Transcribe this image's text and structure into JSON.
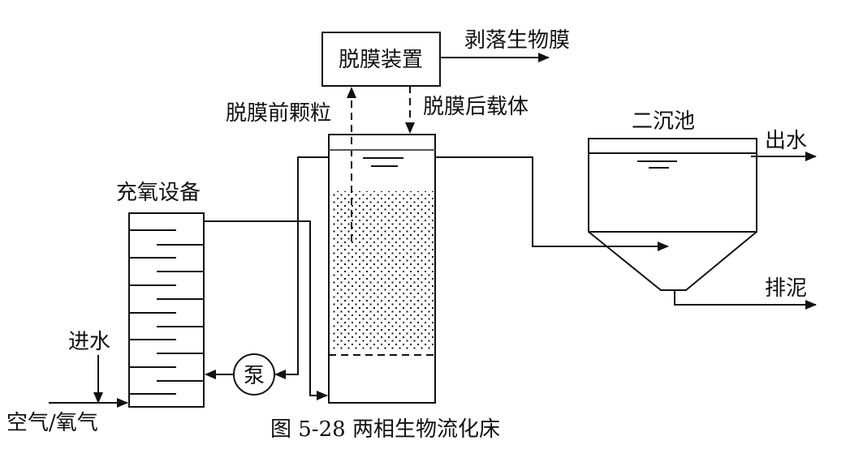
{
  "diagram": {
    "caption": "图 5-28 两相生物流化床",
    "labels": {
      "stripping_device": "脱膜装置",
      "stripped_biofilm": "剥落生物膜",
      "particles_before_stripping": "脱膜前颗粒",
      "carrier_after_stripping": "脱膜后载体",
      "secondary_clarifier": "二沉池",
      "effluent": "出水",
      "sludge_discharge": "排泥",
      "oxygenation_equipment": "充氧设备",
      "influent": "进水",
      "air_oxygen": "空气/氧气",
      "pump": "泵"
    },
    "components": [
      "oxygenation-column",
      "pump",
      "fluidized-bed-reactor",
      "stripping-device",
      "secondary-clarifier"
    ],
    "flows": [
      {
        "from": "influent",
        "to": "oxygenation-column"
      },
      {
        "from": "air-oxygen",
        "to": "oxygenation-column"
      },
      {
        "from": "oxygenation-column",
        "to": "fluidized-bed-reactor-bottom"
      },
      {
        "from": "fluidized-bed-reactor-top",
        "to": "pump"
      },
      {
        "from": "pump",
        "to": "oxygenation-column"
      },
      {
        "from": "fluidized-bed-reactor",
        "to": "stripping-device",
        "style": "dashed"
      },
      {
        "from": "stripping-device",
        "to": "fluidized-bed-reactor",
        "style": "dashed"
      },
      {
        "from": "stripping-device",
        "to": "stripped-biofilm"
      },
      {
        "from": "fluidized-bed-reactor",
        "to": "secondary-clarifier"
      },
      {
        "from": "secondary-clarifier",
        "to": "effluent"
      },
      {
        "from": "secondary-clarifier",
        "to": "sludge-discharge"
      }
    ]
  }
}
